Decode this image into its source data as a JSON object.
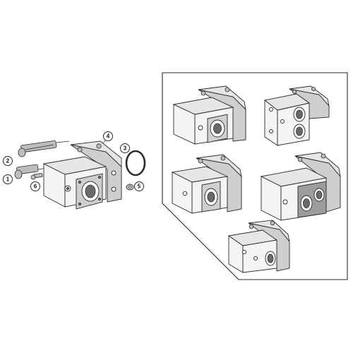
{
  "callouts": [
    {
      "id": "1",
      "label": "1"
    },
    {
      "id": "2",
      "label": "2"
    },
    {
      "id": "3",
      "label": "3"
    },
    {
      "id": "4",
      "label": "4"
    },
    {
      "id": "5",
      "label": "5"
    },
    {
      "id": "6",
      "label": "6"
    }
  ],
  "variants_panel": {
    "variant_count": 5
  }
}
